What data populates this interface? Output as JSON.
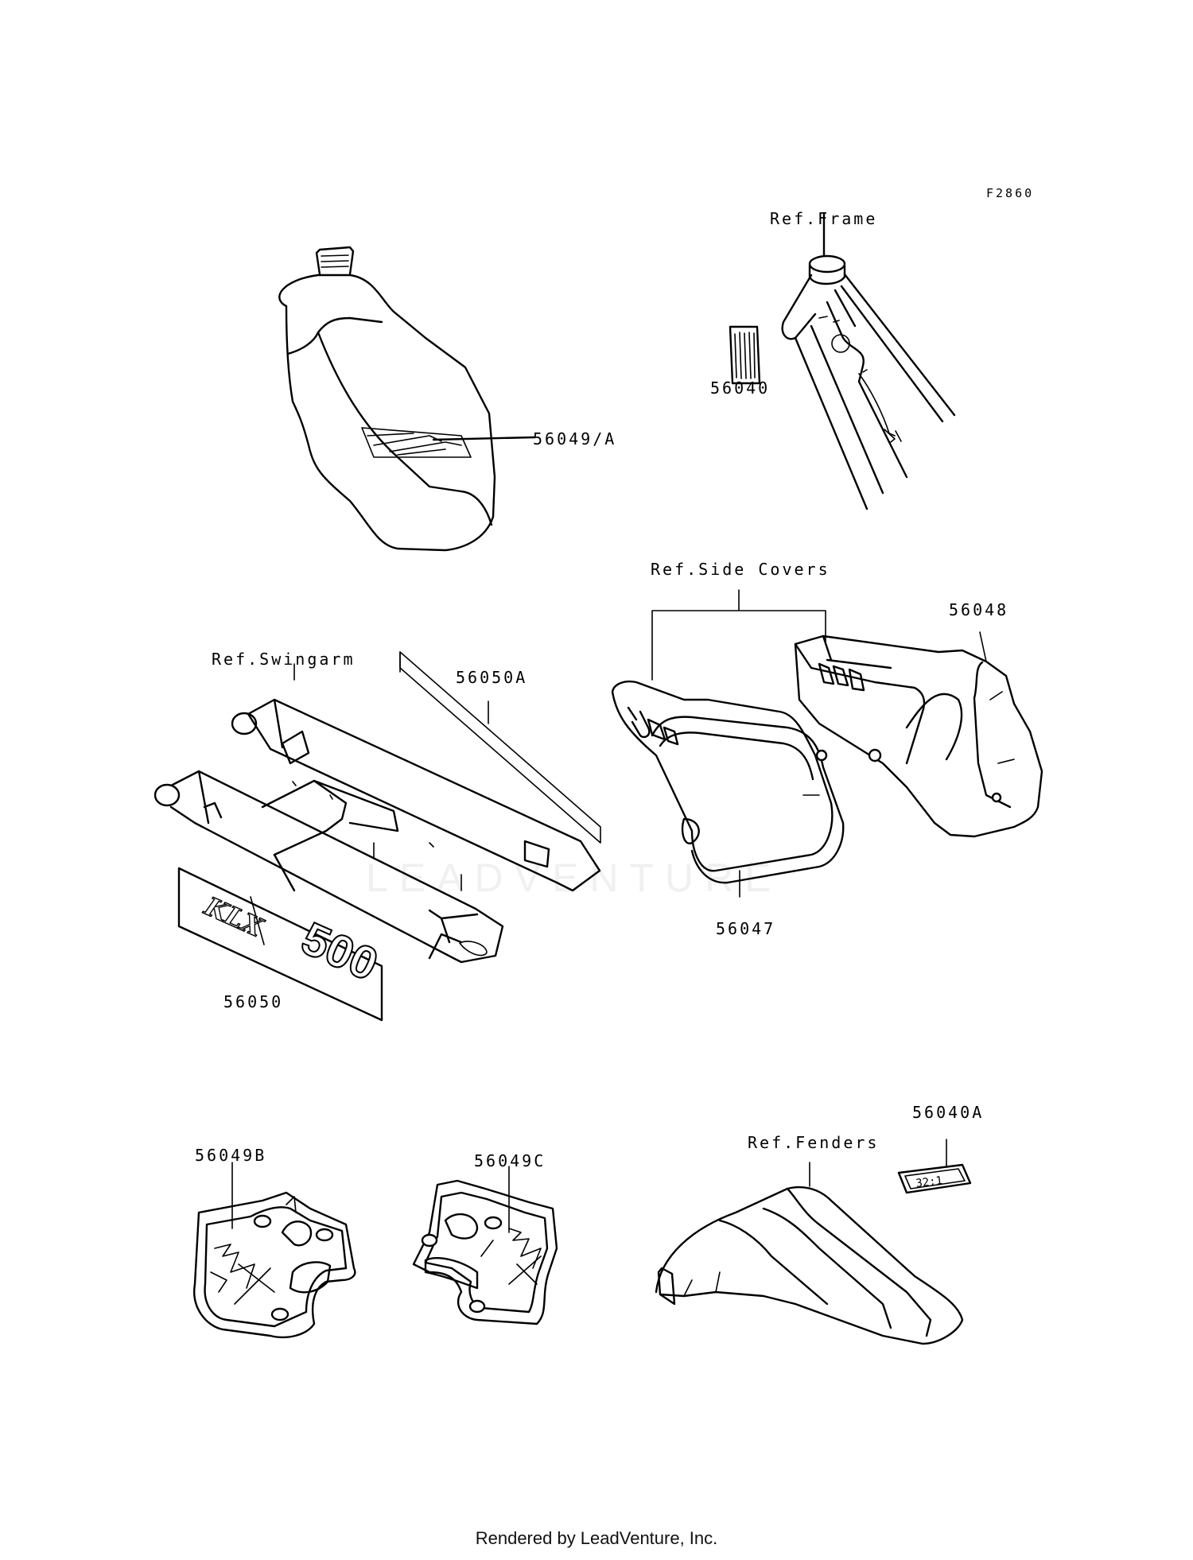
{
  "figure_id": "F2860",
  "labels": {
    "ref_frame": "Ref.Frame",
    "p56040": "56040",
    "p56049a": "56049/A",
    "ref_side_covers": "Ref.Side Covers",
    "p56048": "56048",
    "ref_swingarm": "Ref.Swingarm",
    "p56050a": "56050A",
    "p56047": "56047",
    "p56050": "56050",
    "p56040a": "56040A",
    "ref_fenders": "Ref.Fenders",
    "p56049b": "56049B",
    "p56049c": "56049C"
  },
  "decal_text": {
    "model_script": "KLX",
    "model_number": "500",
    "fender_decal": "32:1"
  },
  "watermark": "LEADVENTURE",
  "footer": "Rendered by LeadVenture, Inc."
}
